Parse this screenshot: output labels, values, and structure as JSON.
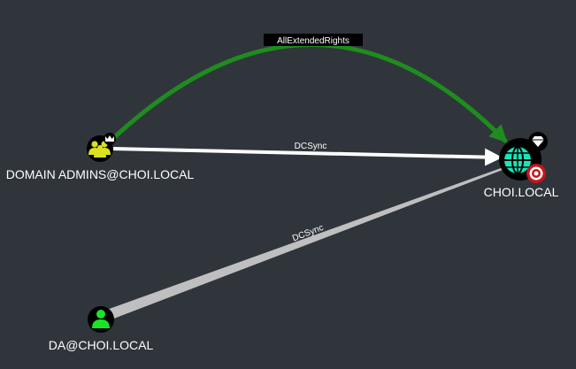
{
  "canvas": {
    "background": "#30353c"
  },
  "nodes": {
    "domain_admins": {
      "label": "DOMAIN ADMINS@CHOI.LOCAL",
      "kind": "group",
      "icon": "users-group-icon",
      "badge_icon": "crown-icon",
      "fill_color": "#d9e021"
    },
    "da_user": {
      "label": "DA@CHOI.LOCAL",
      "kind": "user",
      "icon": "user-icon",
      "fill_color": "#17e625"
    },
    "domain": {
      "label": "CHOI.LOCAL",
      "kind": "domain",
      "icon": "globe-icon",
      "badge_icons": [
        "diamond-icon",
        "target-icon"
      ],
      "fill_color": "#17e6b9"
    }
  },
  "edges": {
    "all_extended_rights": {
      "label": "AllExtendedRights",
      "color": "#1e8c1e"
    },
    "dcsync_group": {
      "label": "DCSync",
      "color": "#ffffff"
    },
    "dcsync_user": {
      "label": "DCSync",
      "color": "#bfbfbf"
    }
  }
}
